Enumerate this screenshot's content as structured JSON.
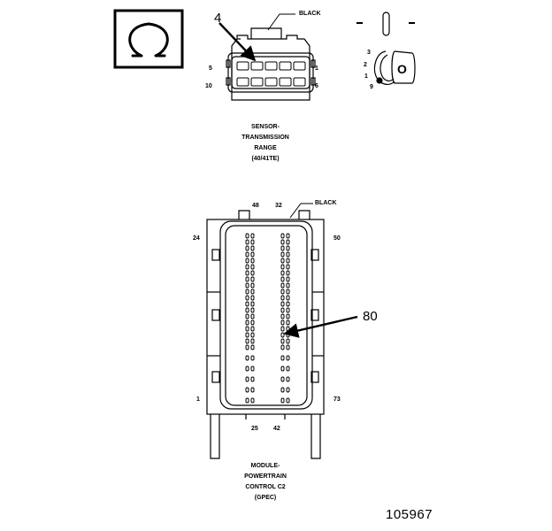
{
  "icons": {
    "ohmmeter": "ohm-symbol-icon",
    "key": "ignition-key-icon"
  },
  "connector1": {
    "color_label": "BLACK",
    "callout": "4",
    "pin_left_top": "5",
    "pin_right_top": "1",
    "pin_left_bottom": "10",
    "pin_right_bottom": "6",
    "caption_lines": [
      "SENSOR-",
      "TRANSMISSION",
      "RANGE",
      "(40/41TE)"
    ]
  },
  "ignition": {
    "pos_3": "3",
    "pos_2": "2",
    "pos_1": "1",
    "pos_9": "9",
    "key_label": "O"
  },
  "connector2": {
    "color_label": "BLACK",
    "callout": "80",
    "pin_top_left": "48",
    "pin_top_right": "32",
    "pin_left_top": "24",
    "pin_right_top": "50",
    "pin_left_bottom": "1",
    "pin_right_bottom": "73",
    "pin_bottom_left": "25",
    "pin_bottom_right": "42",
    "caption_lines": [
      "MODULE-",
      "POWERTRAIN",
      "CONTROL C2",
      "(GPEC)"
    ]
  },
  "figure_number": "105967"
}
